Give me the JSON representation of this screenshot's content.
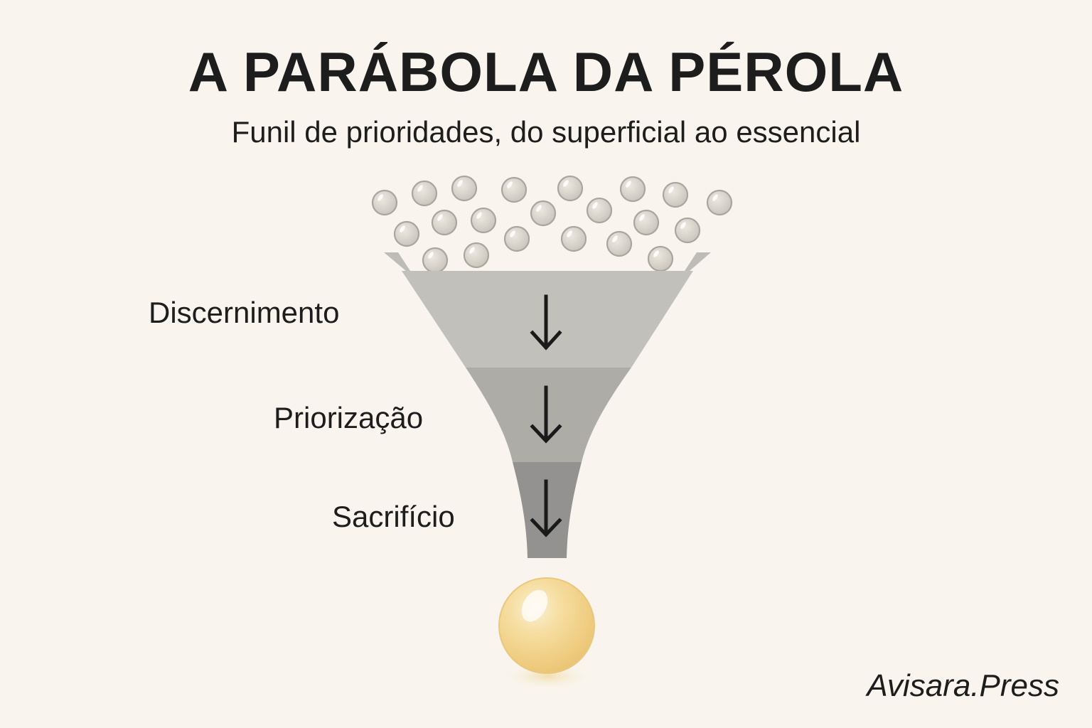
{
  "header": {
    "title": "A PARÁBOLA DA PÉROLA",
    "subtitle": "Funil de prioridades, do superficial ao essencial"
  },
  "funnel": {
    "stages": [
      {
        "label": "Discernimento",
        "color": "#c1c0bb",
        "icon": "arrow-down-icon"
      },
      {
        "label": "Priorização",
        "color": "#adaca7",
        "icon": "arrow-down-icon"
      },
      {
        "label": "Sacrifício",
        "color": "#939290",
        "icon": "arrow-down-icon"
      }
    ],
    "rim_color": "#bdbcb7",
    "input_items": {
      "icon": "pearl-icon",
      "count": 21,
      "color": "#d9d4cb"
    },
    "output_item": {
      "icon": "golden-pearl-icon",
      "color": "#f0d38f"
    }
  },
  "footer": {
    "brand": "Avisara.Press"
  },
  "colors": {
    "background": "#f9f5ee",
    "text": "#1d1d1d"
  }
}
